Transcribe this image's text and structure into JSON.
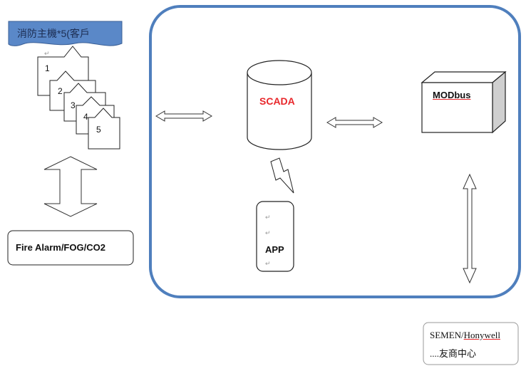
{
  "host_banner": {
    "text": "消防主機*5(客戶",
    "fill": "#5a88c8"
  },
  "host_numbers": [
    "1",
    "2",
    "3",
    "4",
    "5"
  ],
  "fire_alarm": {
    "label": "Fire Alarm/FOG/CO2"
  },
  "scada": {
    "label": "SCADA",
    "color": "#e8272b"
  },
  "modbus": {
    "label": "MODbus"
  },
  "app": {
    "label": "APP"
  },
  "partners": {
    "line1_prefix": "SEMEN/",
    "line1_underlined": "Honywell",
    "line2": "....友商中心"
  },
  "paragraph_mark": "↵",
  "colors": {
    "system_border": "#4f7fbd",
    "outline": "#333333"
  }
}
